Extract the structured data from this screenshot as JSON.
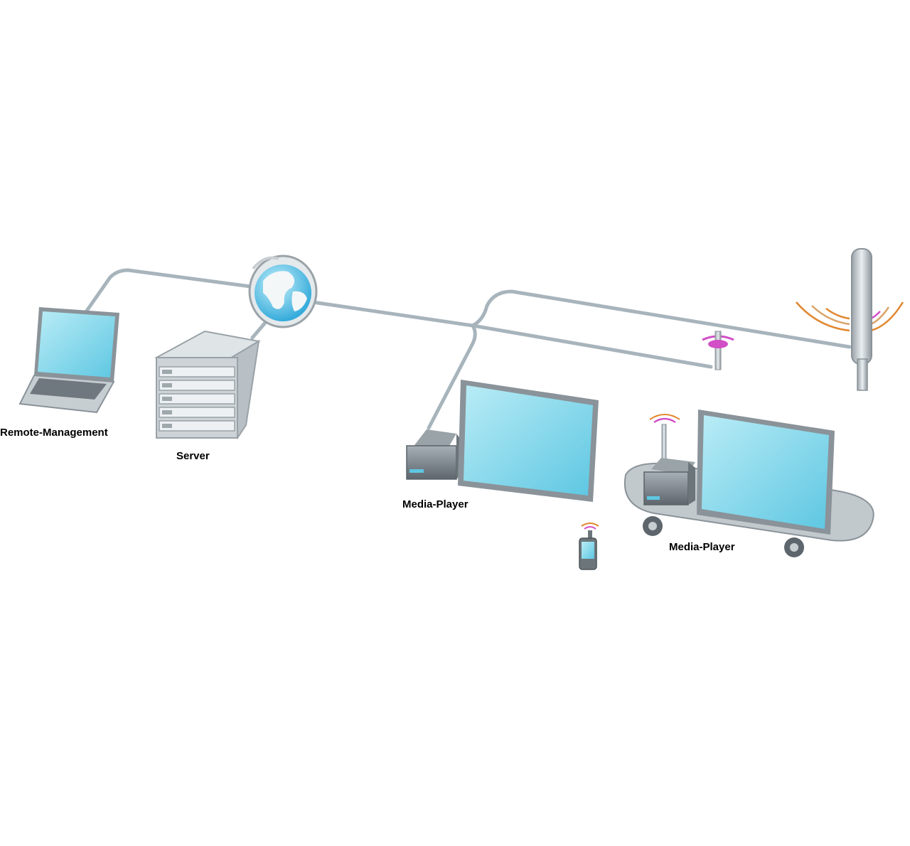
{
  "diagram": {
    "labels": {
      "remote_management": "Remote-Management",
      "server": "Server",
      "media_player_1": "Media-Player",
      "media_player_2": "Media-Player"
    },
    "icons": [
      "laptop-icon",
      "server-rack-icon",
      "globe-icon",
      "monitor-icon",
      "media-box-icon",
      "antenna-tower-icon",
      "small-antenna-icon",
      "smartphone-icon",
      "mobile-cart-icon"
    ],
    "colors": {
      "cable": "#a7b4bc",
      "screen": "#7fd6ea",
      "device_gray": "#8a9399",
      "wifi_magenta": "#d24fc6",
      "signal_orange": "#e2872f"
    }
  }
}
